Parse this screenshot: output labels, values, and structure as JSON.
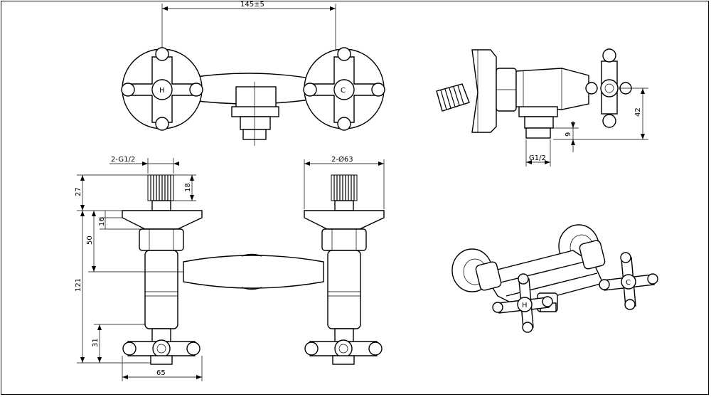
{
  "dimensions": {
    "top_width": "145±5",
    "inlet_thread": "2-G1/2",
    "flange_dia": "2-Ø63",
    "d27": "27",
    "d18": "18",
    "d16": "16",
    "d50": "50",
    "d121": "121",
    "d31": "31",
    "d65": "65",
    "d42": "42",
    "d9": "9",
    "outlet_thread": "G1/2"
  },
  "handle_marks": {
    "hot": "H",
    "cold": "C"
  },
  "colors": {
    "line": "#000000",
    "paper": "#ffffff"
  }
}
